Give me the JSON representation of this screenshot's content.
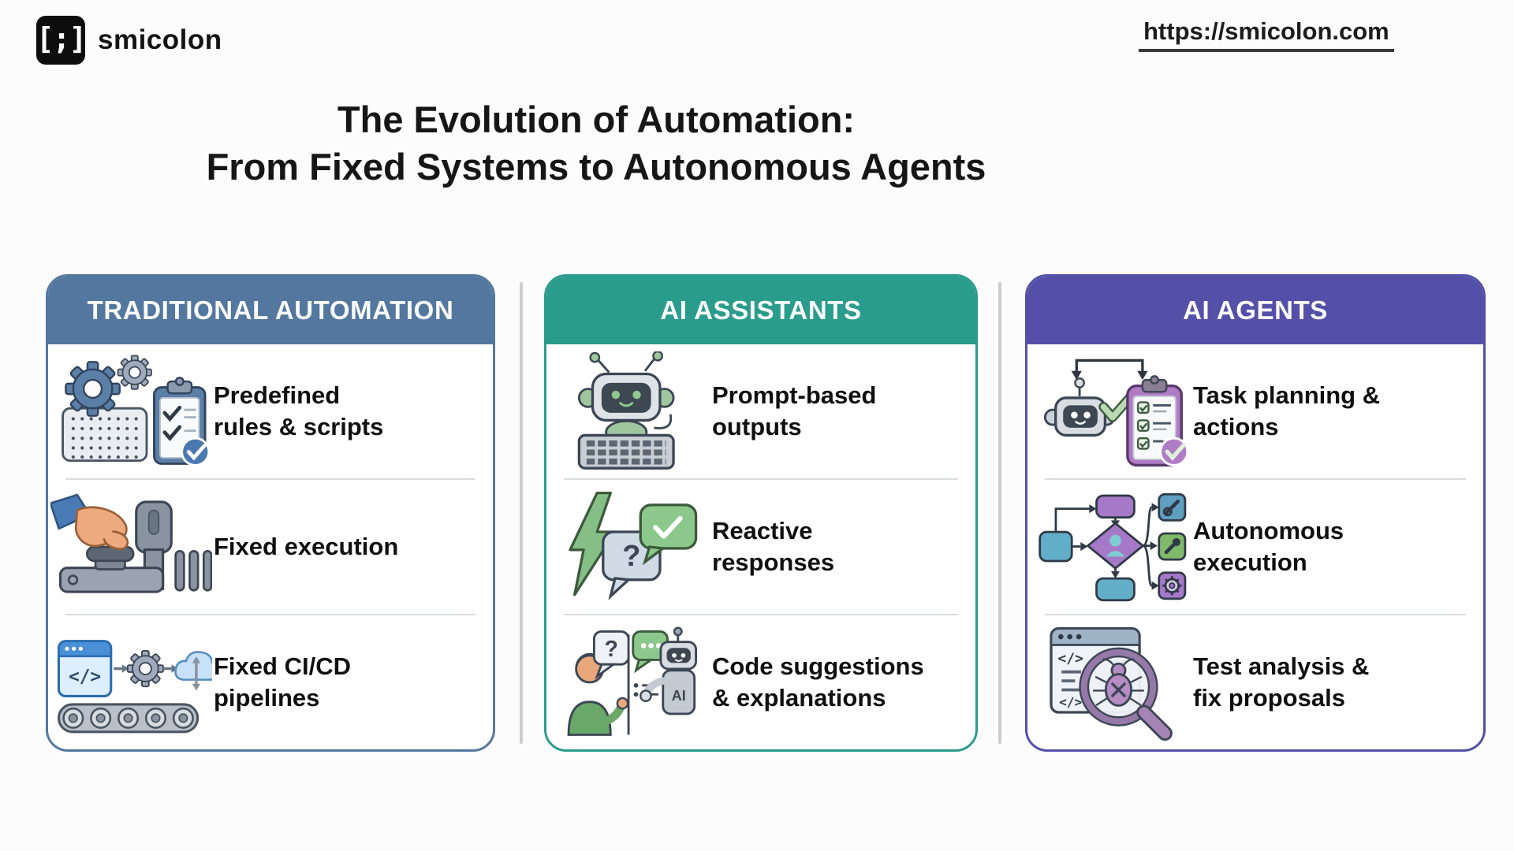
{
  "brand": {
    "logo_glyph": "[;]",
    "name": "smicolon"
  },
  "site_url": "https://smicolon.com",
  "title": {
    "line1": "The Evolution of Automation:",
    "line2": "From Fixed Systems to Autonomous Agents"
  },
  "cards": [
    {
      "header": "TRADITIONAL AUTOMATION",
      "color": "#53779e",
      "items": [
        {
          "icon": "gears-clipboard-icon",
          "label": "Predefined\nrules & scripts"
        },
        {
          "icon": "hand-press-button-icon",
          "label": "Fixed execution"
        },
        {
          "icon": "cicd-pipeline-icon",
          "label": "Fixed CI/CD\npipelines"
        }
      ]
    },
    {
      "header": "AI ASSISTANTS",
      "color": "#2a9c8b",
      "items": [
        {
          "icon": "robot-keyboard-icon",
          "label": "Prompt-based\noutputs"
        },
        {
          "icon": "lightning-chat-icon",
          "label": "Reactive\nresponses"
        },
        {
          "icon": "human-robot-chat-icon",
          "label": "Code suggestions\n& explanations"
        }
      ]
    },
    {
      "header": "AI AGENTS",
      "color": "#5450a8",
      "items": [
        {
          "icon": "robot-checklist-icon",
          "label": "Task planning &\nactions"
        },
        {
          "icon": "flowchart-icon",
          "label": "Autonomous\nexecution"
        },
        {
          "icon": "bug-magnifier-icon",
          "label": "Test analysis &\nfix proposals"
        }
      ]
    }
  ]
}
